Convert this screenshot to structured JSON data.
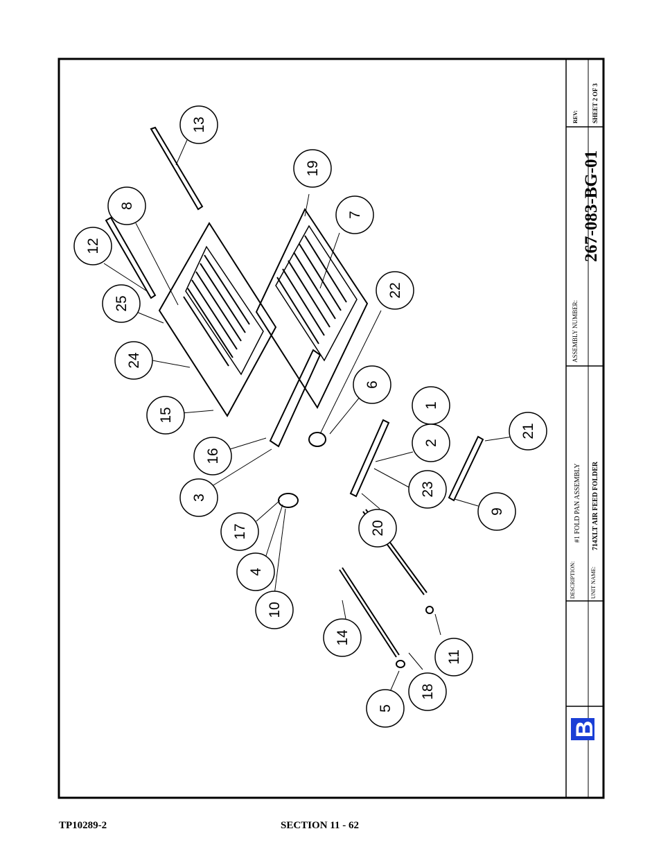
{
  "title_block": {
    "rev_label": "REV:",
    "sheet_text": "SHEET  2 OF   3",
    "assembly_number_label": "ASSEMBLY  NUMBER:",
    "assembly_number": "267-083-BG-01",
    "description_label": "DESCRIPTION:",
    "description": "#1  FOLD PAN ASSEMBLY",
    "unit_name_label": "UNIT NAME:",
    "unit_name": "714XLT AIR FEED FOLDER",
    "logo_letter": "B"
  },
  "callouts": [
    "13",
    "8",
    "12",
    "25",
    "24",
    "15",
    "16",
    "3",
    "19",
    "7",
    "22",
    "6",
    "1",
    "2",
    "23",
    "21",
    "9",
    "17",
    "4",
    "10",
    "20",
    "14",
    "11",
    "18",
    "5"
  ],
  "footer": {
    "doc_id": "TP10289-2",
    "section": "SECTION 11 - 62"
  }
}
